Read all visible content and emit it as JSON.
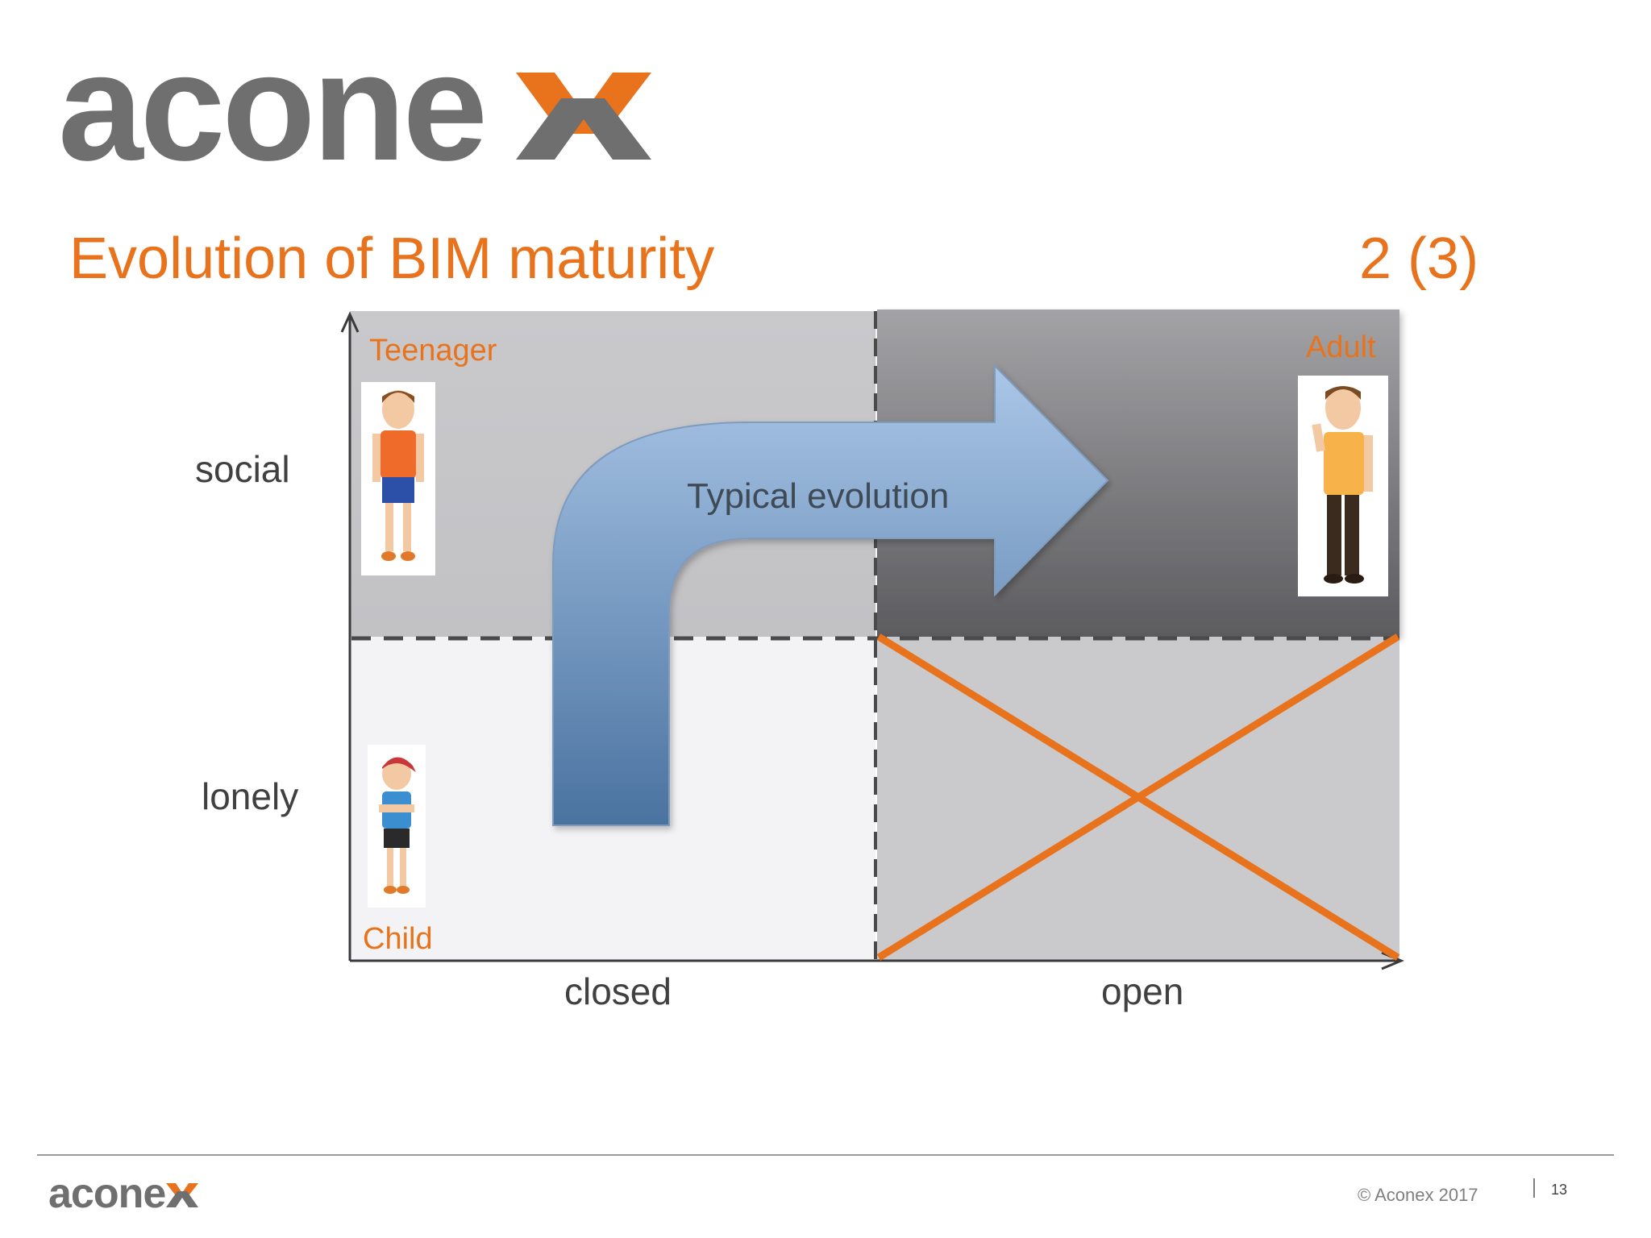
{
  "header": {
    "logo_text": "aconex",
    "title": "Evolution of BIM maturity",
    "subtitle": "2 (3)"
  },
  "diagram": {
    "y_axis": {
      "top_label": "social",
      "bottom_label": "lonely"
    },
    "x_axis": {
      "left_label": "closed",
      "right_label": "open"
    },
    "quadrants": {
      "top_left": "Teenager",
      "top_right": "Adult",
      "bottom_left": "Child",
      "bottom_right": ""
    },
    "arrow_label": "Typical evolution",
    "colors": {
      "accent": "#e8731c",
      "arrow_top": "#a9c5e6",
      "arrow_bottom": "#4a74a0",
      "quadrant_light": "#f3f3f5",
      "quadrant_mid": "#c9c9cc",
      "quadrant_dark_top": "#9b9b9e",
      "quadrant_dark_bottom": "#5e5e61"
    }
  },
  "footer": {
    "logo_text": "aconex",
    "copyright": "© Aconex 2017",
    "page_number": "13"
  }
}
